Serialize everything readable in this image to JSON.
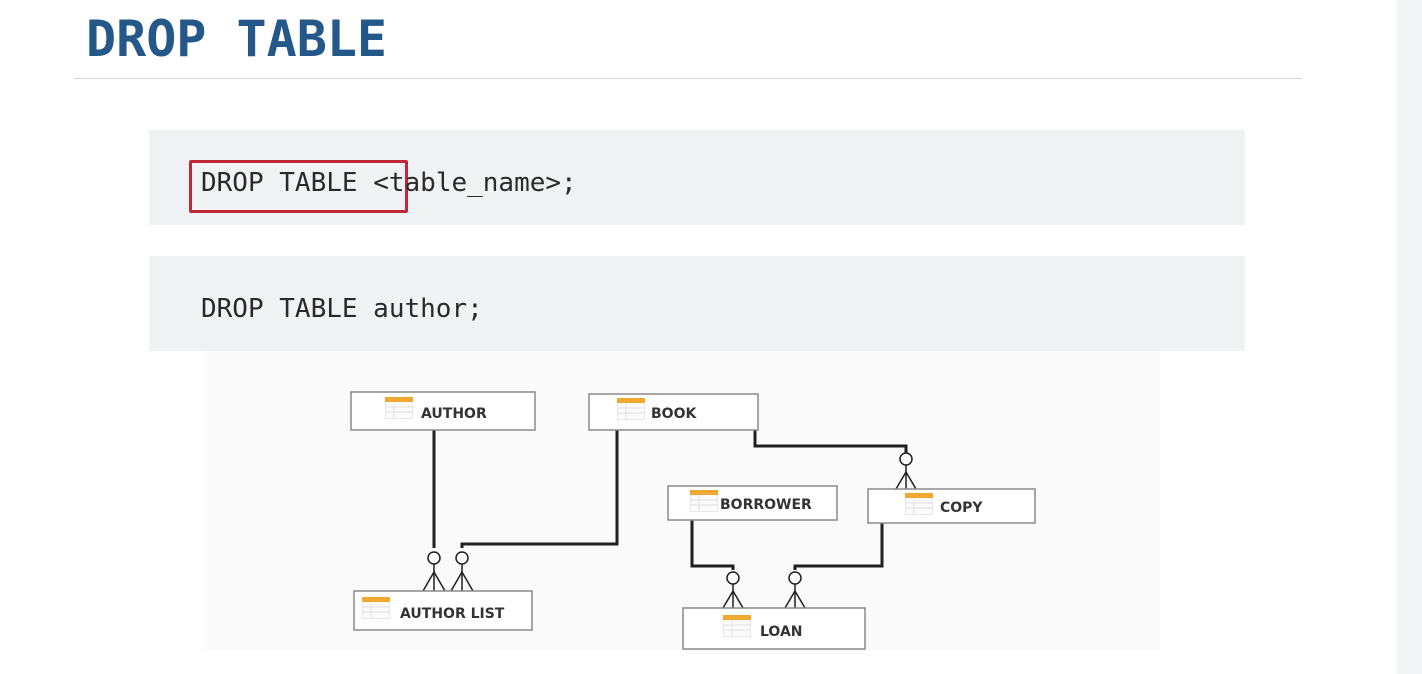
{
  "slide": {
    "title": "DROP TABLE",
    "syntax": {
      "keyword": "DROP TABLE",
      "rest": " <table_name>;"
    },
    "example": "DROP TABLE author;",
    "highlight_color": "#c0283a",
    "title_color": "#245888"
  },
  "diagram": {
    "entities": [
      {
        "name": "AUTHOR",
        "icon": "table-icon"
      },
      {
        "name": "BOOK",
        "icon": "table-icon"
      },
      {
        "name": "BORROWER",
        "icon": "table-icon"
      },
      {
        "name": "COPY",
        "icon": "table-icon"
      },
      {
        "name": "AUTHOR LIST",
        "icon": "table-icon"
      },
      {
        "name": "LOAN",
        "icon": "table-icon"
      }
    ],
    "relationships": [
      {
        "from": "AUTHOR",
        "to": "AUTHOR LIST",
        "type": "one-to-many"
      },
      {
        "from": "BOOK",
        "to": "AUTHOR LIST",
        "type": "one-to-many"
      },
      {
        "from": "BOOK",
        "to": "COPY",
        "type": "one-to-many"
      },
      {
        "from": "BORROWER",
        "to": "LOAN",
        "type": "one-to-many"
      },
      {
        "from": "COPY",
        "to": "LOAN",
        "type": "one-to-many"
      }
    ]
  }
}
